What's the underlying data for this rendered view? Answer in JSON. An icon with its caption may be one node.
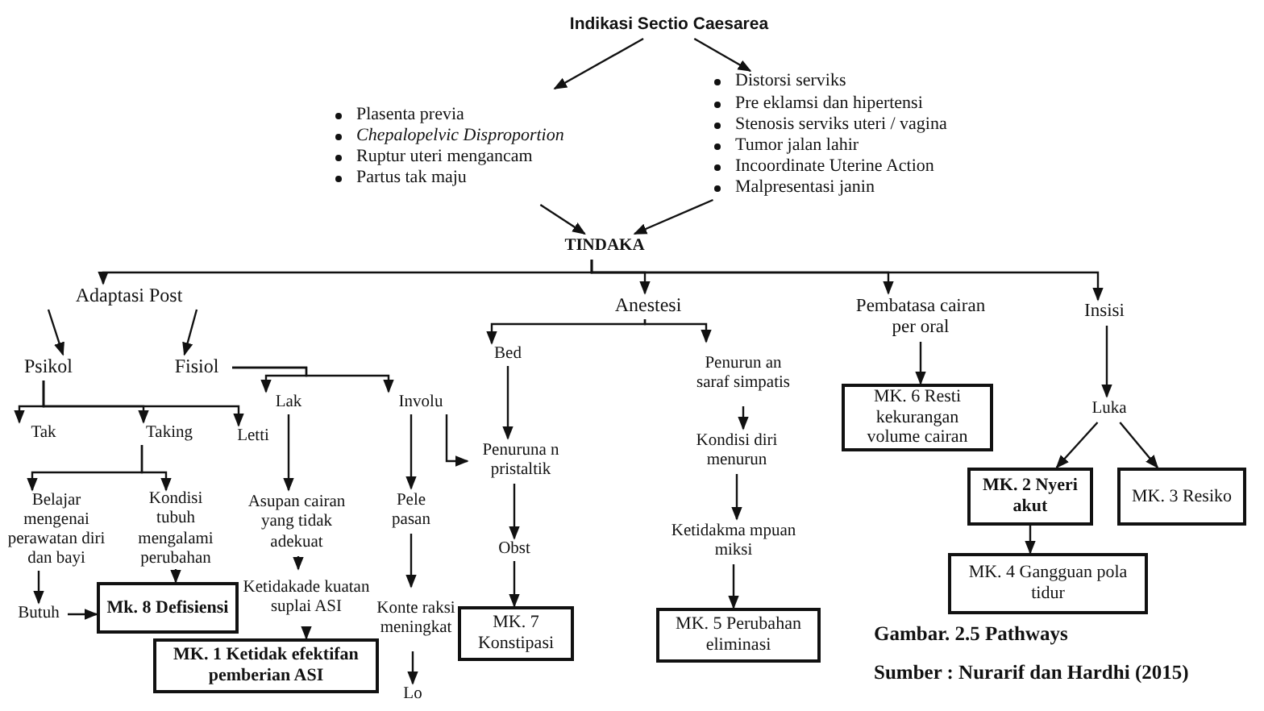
{
  "diagram": {
    "nodes": [
      {
        "text": [
          "Indikasi Sectio Caesarea"
        ]
      },
      {
        "text": [
          "Plasenta previa",
          "*Chepalopelvic Disproportion*",
          "Ruptur uteri mengancam",
          "Partus tak maju"
        ]
      },
      {
        "text": [
          "Distorsi serviks",
          "Pre eklamsi dan hipertensi",
          "Stenosis serviks uteri / vagina",
          "Tumor jalan lahir",
          "Incoordinate Uterine Action",
          "Malpresentasi janin"
        ]
      },
      {
        "text": [
          "TINDAKA"
        ]
      },
      {
        "text": [
          "Adaptasi Post"
        ]
      },
      {
        "text": [
          "Anestesi"
        ]
      },
      {
        "text": [
          "Pembatasa cairan per oral"
        ]
      },
      {
        "text": [
          "Insisi"
        ]
      },
      {
        "text": [
          "Psikol"
        ]
      },
      {
        "text": [
          "Fisiol"
        ]
      },
      {
        "text": [
          "Tak"
        ]
      },
      {
        "text": [
          "Taking"
        ]
      },
      {
        "text": [
          "Letti"
        ]
      },
      {
        "text": [
          "Belajar mengenai perawatan diri dan bayi"
        ]
      },
      {
        "text": [
          "Kondisi tubuh mengalami perubahan"
        ]
      },
      {
        "text": [
          "Butuh"
        ]
      },
      {
        "text": [
          "Mk. 8 Defisiensi"
        ]
      },
      {
        "text": [
          "Lak"
        ]
      },
      {
        "text": [
          "Involu"
        ]
      },
      {
        "text": [
          "Asupan cairan yang tidak adekuat"
        ]
      },
      {
        "text": [
          "Ketidakade kuatan suplai ASI"
        ]
      },
      {
        "text": [
          "MK. 1 Ketidak efektifan pemberian ASI"
        ]
      },
      {
        "text": [
          "Pele pasan"
        ]
      },
      {
        "text": [
          "Konte raksi meningkat"
        ]
      },
      {
        "text": [
          "Lo"
        ]
      },
      {
        "text": [
          "Bed"
        ]
      },
      {
        "text": [
          "Penuruna n pristaltik"
        ]
      },
      {
        "text": [
          "Obst"
        ]
      },
      {
        "text": [
          "MK. 7 Konstipasi"
        ]
      },
      {
        "text": [
          "Penurun an saraf simpatis"
        ]
      },
      {
        "text": [
          "Kondisi diri menurun"
        ]
      },
      {
        "text": [
          "Ketidakma mpuan miksi"
        ]
      },
      {
        "text": [
          "MK. 5 Perubahan eliminasi"
        ]
      },
      {
        "text": [
          "MK. 6 Resti kekurangan volume cairan"
        ]
      },
      {
        "text": [
          "Luka"
        ]
      },
      {
        "text": [
          "MK. 2 Nyeri akut"
        ]
      },
      {
        "text": [
          "MK. 3 Resiko"
        ]
      },
      {
        "text": [
          "MK. 4 Gangguan pola tidur"
        ]
      }
    ],
    "edges": [
      {
        "from": 0,
        "to": 1,
        "arrow": "to"
      },
      {
        "from": 0,
        "to": 2,
        "arrow": "to"
      },
      {
        "from": 1,
        "to": 3,
        "arrow": "to"
      },
      {
        "from": 2,
        "to": 3,
        "arrow": "to"
      },
      {
        "from": 3,
        "to": 4,
        "arrow": "to"
      },
      {
        "from": 3,
        "to": 5,
        "arrow": "to"
      },
      {
        "from": 3,
        "to": 6,
        "arrow": "to"
      },
      {
        "from": 3,
        "to": 7,
        "arrow": "to"
      },
      {
        "from": 4,
        "to": 8,
        "arrow": "to"
      },
      {
        "from": 4,
        "to": 9,
        "arrow": "to"
      },
      {
        "from": 8,
        "to": 10,
        "arrow": "to"
      },
      {
        "from": 8,
        "to": 11,
        "arrow": "to"
      },
      {
        "from": 8,
        "to": 12,
        "arrow": "to"
      },
      {
        "from": 9,
        "to": 17,
        "arrow": "to"
      },
      {
        "from": 9,
        "to": 18,
        "arrow": "to"
      },
      {
        "from": 11,
        "to": 13,
        "arrow": "to"
      },
      {
        "from": 11,
        "to": 14,
        "arrow": "to"
      },
      {
        "from": 13,
        "to": 15,
        "arrow": "to"
      },
      {
        "from": 14,
        "to": 16,
        "arrow": "to"
      },
      {
        "from": 15,
        "to": 16,
        "arrow": "to"
      },
      {
        "from": 17,
        "to": 19,
        "arrow": "to"
      },
      {
        "from": 19,
        "to": 20,
        "arrow": "to"
      },
      {
        "from": 20,
        "to": 21,
        "arrow": "to"
      },
      {
        "from": 18,
        "to": 22,
        "arrow": "to"
      },
      {
        "from": 18,
        "to": 26,
        "arrow": "to"
      },
      {
        "from": 22,
        "to": 23,
        "arrow": "to"
      },
      {
        "from": 23,
        "to": 24,
        "arrow": "to"
      },
      {
        "from": 5,
        "to": 25,
        "arrow": "to"
      },
      {
        "from": 5,
        "to": 29,
        "arrow": "to"
      },
      {
        "from": 25,
        "to": 26,
        "arrow": "to"
      },
      {
        "from": 26,
        "to": 27,
        "arrow": "to"
      },
      {
        "from": 27,
        "to": 28,
        "arrow": "to"
      },
      {
        "from": 29,
        "to": 30,
        "arrow": "to"
      },
      {
        "from": 30,
        "to": 31,
        "arrow": "to"
      },
      {
        "from": 31,
        "to": 32,
        "arrow": "to"
      },
      {
        "from": 6,
        "to": 33,
        "arrow": "to"
      },
      {
        "from": 7,
        "to": 34,
        "arrow": "to"
      },
      {
        "from": 34,
        "to": 35,
        "arrow": "to"
      },
      {
        "from": 34,
        "to": 36,
        "arrow": "to"
      },
      {
        "from": 35,
        "to": 37,
        "arrow": "to"
      }
    ],
    "caption": "Gambar. 2.5 Pathways",
    "labels": [
      "Sumber : Nurarif dan Hardhi (2015)"
    ]
  }
}
